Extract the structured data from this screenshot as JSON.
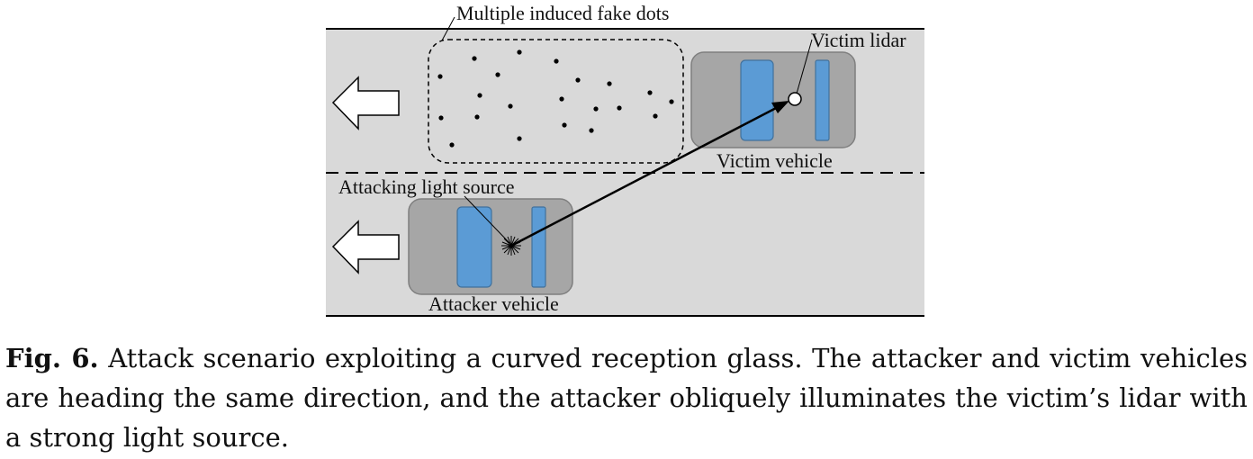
{
  "labels": {
    "fake_dots": "Multiple induced fake dots",
    "victim_lidar": "Victim lidar",
    "victim_vehicle": "Victim vehicle",
    "light_source": "Attacking light source",
    "attacker_vehicle": "Attacker vehicle"
  },
  "caption": {
    "label": "Fig. 6.",
    "text": "Attack scenario exploiting a curved reception glass. The attacker and victim vehicles are heading the same direction, and the attacker obliquely illuminates the victim’s lidar with a strong light source."
  },
  "colors": {
    "road": "#d9d9d9",
    "vehicle_body": "#a6a6a6",
    "vehicle_window": "#5b9bd5",
    "line": "#000000",
    "arrow_fill": "#ffffff"
  },
  "icons": {
    "direction_arrow": "left-arrow-outline",
    "light_source": "starburst",
    "lidar": "white-circle"
  }
}
